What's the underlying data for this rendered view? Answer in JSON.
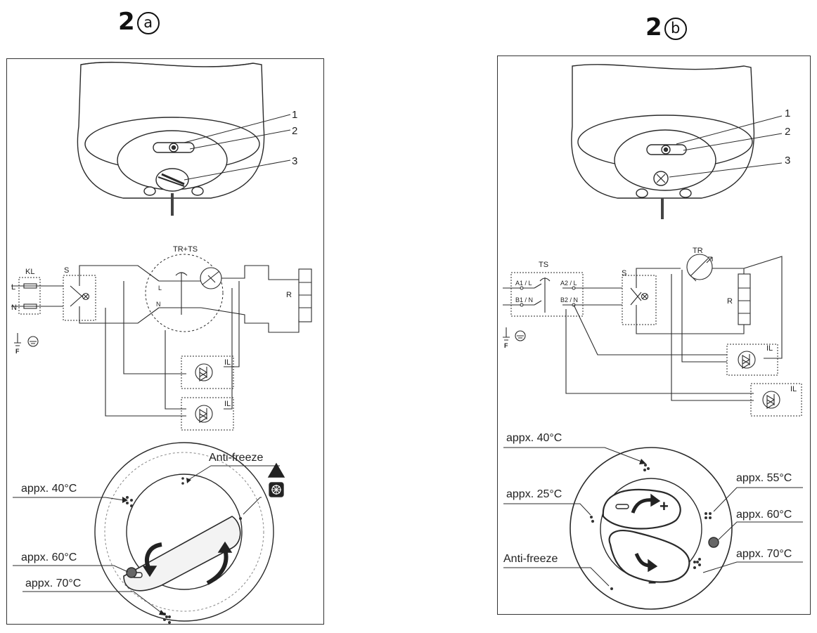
{
  "figure_a": {
    "number": "2",
    "letter": "a",
    "callouts": [
      "1",
      "2",
      "3"
    ],
    "circuit": {
      "terminal_block": "KL",
      "line": "L",
      "neutral": "N",
      "switch": "S",
      "thermostat": "TR+TS",
      "thermostat_line": "L",
      "thermostat_neutral": "N",
      "resistor": "R",
      "lamp_1": "IL",
      "lamp_2": "IL",
      "earth": "F"
    },
    "dial": {
      "anti_freeze": "Anti-freeze",
      "approx_40": "appx. 40°C",
      "approx_60": "appx. 60°C",
      "approx_70": "appx. 70°C",
      "warning_glyph": "!"
    }
  },
  "figure_b": {
    "number": "2",
    "letter": "b",
    "callouts": [
      "1",
      "2",
      "3"
    ],
    "circuit": {
      "safety": "TS",
      "a1": "A1 / L",
      "a2": "A2 / L",
      "b1": "B1 / N",
      "b2": "B2 / N",
      "switch": "S",
      "thermostat": "TR",
      "resistor": "R",
      "lamp_1": "IL",
      "lamp_2": "IL",
      "earth": "F"
    },
    "dial": {
      "approx_40": "appx. 40°C",
      "approx_25": "appx. 25°C",
      "approx_55": "appx. 55°C",
      "approx_60": "appx. 60°C",
      "approx_70": "appx. 70°C",
      "anti_freeze": "Anti-freeze",
      "plus": "+",
      "minus": "–"
    }
  }
}
